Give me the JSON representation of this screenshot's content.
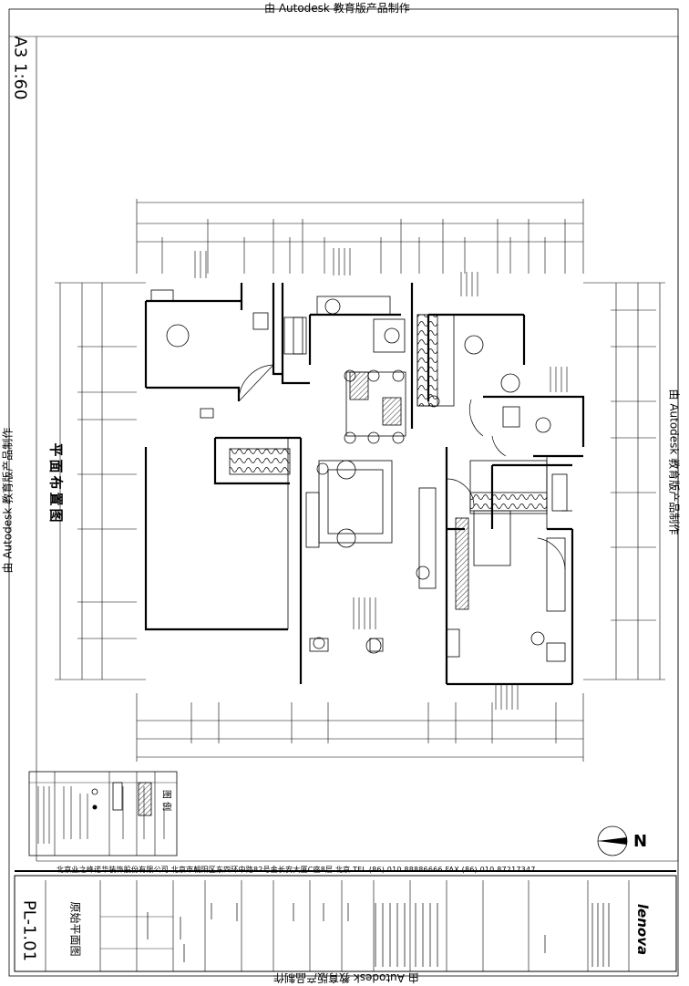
{
  "watermark": "由 Autodesk 教育版产品制作",
  "sheet": {
    "scale_note": "A3 1:60",
    "plan_title": "平面布置图",
    "drawing_number": "PL-1.01",
    "drawing_name": "原始平面图",
    "north_label": "N"
  },
  "legend": {
    "heading": "图 例"
  },
  "company": {
    "address_line": "北京业之峰诺华装饰股份有限公司 北京市朝阳区东四环中路82号金长安大厦C座8层  北京  TEL (86) 010 88886666  FAX (86) 010 87217347",
    "brand": "lenova"
  }
}
